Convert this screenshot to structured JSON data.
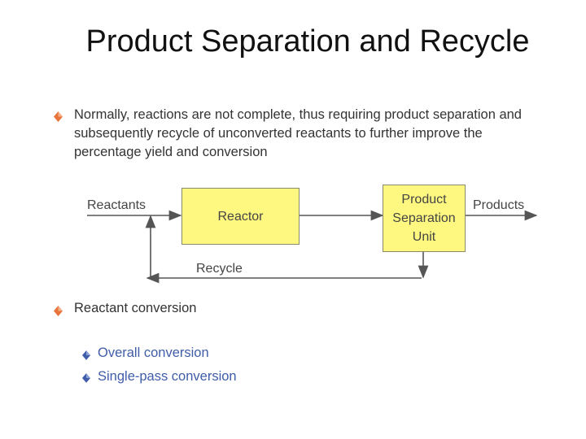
{
  "slide": {
    "title": "Product Separation and Recycle"
  },
  "bullets": {
    "main1_lines": [
      "Normally, reactions are not complete, thus requiring product separation and",
      "subsequently recycle of unconverted reactants  to further improve the",
      "percentage yield and conversion"
    ],
    "main2": "Reactant conversion",
    "sub": [
      "Overall conversion",
      "Single-pass conversion"
    ]
  },
  "diagram": {
    "input_label": "Reactants",
    "reactor_label": "Reactor",
    "separator_lines": [
      "Product",
      "Separation",
      "Unit"
    ],
    "output_label": "Products",
    "recycle_label": "Recycle"
  },
  "colors": {
    "bullet_orange": "#e8743b",
    "box_fill": "#fef880",
    "sub_text": "#3f5da8"
  },
  "icons": {
    "bullet": "diamond-bullet-icon"
  }
}
